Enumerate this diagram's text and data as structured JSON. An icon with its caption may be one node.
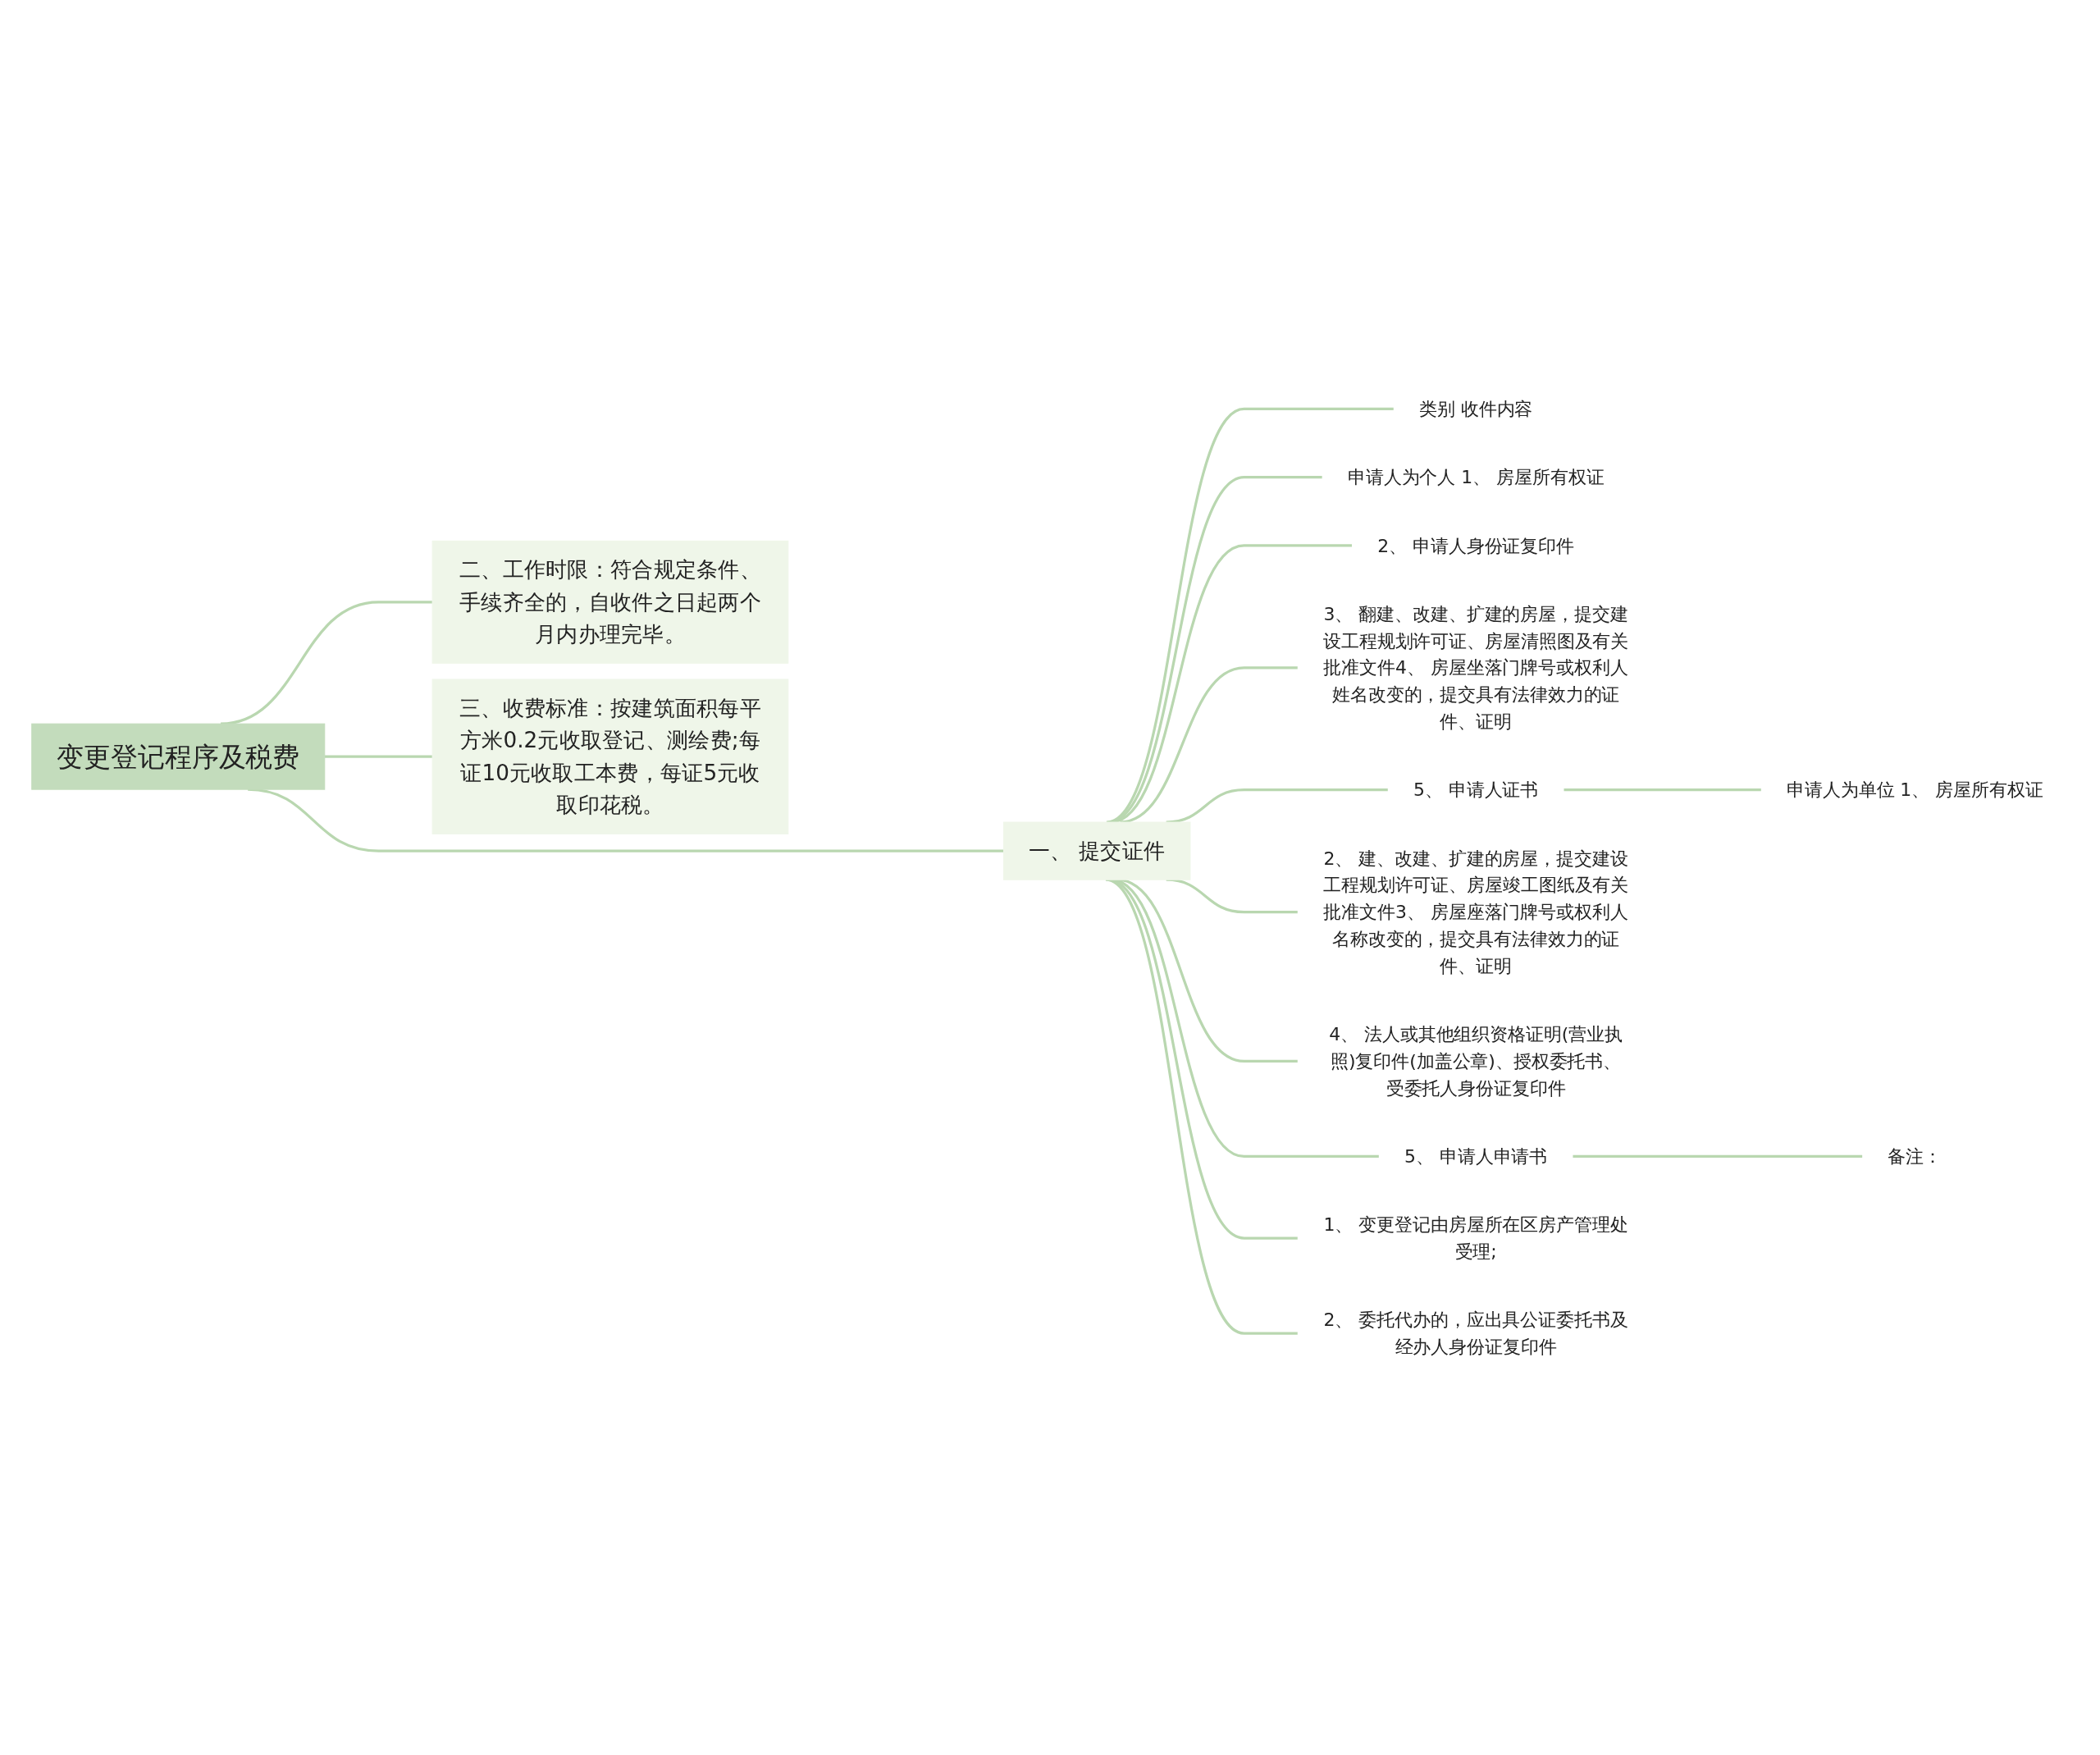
{
  "diagram": {
    "nodes": [
      {
        "text": [
          "变更登记程序及税费"
        ]
      },
      {
        "text": [
          "二、工作时限：符合规定条件、手续齐全的，自收件之日起两个月内办理完毕。"
        ]
      },
      {
        "text": [
          "一、 提交证件"
        ]
      },
      {
        "text": [
          "类别 收件内容"
        ]
      },
      {
        "text": [
          "申请人为个人 1、 房屋所有权证"
        ]
      },
      {
        "text": [
          "2、 申请人身份证复印件"
        ]
      },
      {
        "text": [
          "3、 翻建、改建、扩建的房屋，提交建设工程规划许可证、房屋清照图及有关批准文件4、 房屋坐落门牌号或权利人姓名改变的，提交具有法律效力的证件、证明"
        ]
      },
      {
        "text": [
          "5、 申请人证书"
        ]
      },
      {
        "text": [
          "申请人为单位 1、 房屋所有权证"
        ]
      },
      {
        "text": [
          "2、 建、改建、扩建的房屋，提交建设工程规划许可证、房屋竣工图纸及有关批准文件3、 房屋座落门牌号或权利人名称改变的，提交具有法律效力的证件、证明"
        ]
      },
      {
        "text": [
          "4、 法人或其他组织资格证明(营业执照)复印件(加盖公章)、授权委托书、受委托人身份证复印件"
        ]
      },
      {
        "text": [
          "5、 申请人申请书"
        ]
      },
      {
        "text": [
          "备注："
        ]
      },
      {
        "text": [
          "1、 变更登记由房屋所在区房产管理处受理;"
        ]
      },
      {
        "text": [
          "2、 委托代办的，应出具公证委托书及经办人身份证复印件"
        ]
      },
      {
        "text": [
          "三、收费标准：按建筑面积每平方米0.2元收取登记、测绘费;每证10元收取工本费，每证5元收取印花税。"
        ]
      }
    ],
    "edges": [
      {
        "from": 0,
        "to": 1,
        "arrow": "none"
      },
      {
        "from": 0,
        "to": 2,
        "arrow": "none"
      },
      {
        "from": 2,
        "to": 3,
        "arrow": "none"
      },
      {
        "from": 2,
        "to": 4,
        "arrow": "none"
      },
      {
        "from": 2,
        "to": 5,
        "arrow": "none"
      },
      {
        "from": 2,
        "to": 6,
        "arrow": "none"
      },
      {
        "from": 2,
        "to": 7,
        "arrow": "none"
      },
      {
        "from": 7,
        "to": 8,
        "arrow": "none"
      },
      {
        "from": 2,
        "to": 9,
        "arrow": "none"
      },
      {
        "from": 2,
        "to": 10,
        "arrow": "none"
      },
      {
        "from": 2,
        "to": 11,
        "arrow": "none"
      },
      {
        "from": 11,
        "to": 12,
        "arrow": "none"
      },
      {
        "from": 2,
        "to": 13,
        "arrow": "none"
      },
      {
        "from": 2,
        "to": 14,
        "arrow": "none"
      },
      {
        "from": 0,
        "to": 15,
        "arrow": "none"
      }
    ]
  }
}
